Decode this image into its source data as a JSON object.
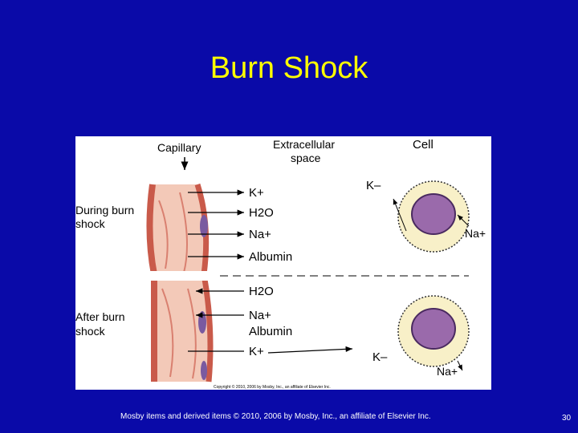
{
  "slide": {
    "title": "Burn Shock",
    "footer": "Mosby items and derived items © 2010, 2006 by Mosby, Inc., an affiliate of Elsevier Inc.",
    "page_number": "30"
  },
  "figure": {
    "header_capillary": "Capillary",
    "header_extracellular_1": "Extracellular",
    "header_extracellular_2": "space",
    "header_cell": "Cell",
    "during_1": "During burn",
    "during_2": "shock",
    "after_1": "After burn",
    "after_2": "shock",
    "during_items": [
      "K+",
      "H2O",
      "Na+",
      "Albumin"
    ],
    "after_items": [
      "H2O",
      "Na+",
      "Albumin",
      "K+"
    ],
    "cell_top_k": "K–",
    "cell_top_na": "Na+",
    "cell_bottom_k": "K–",
    "cell_bottom_na": "Na+",
    "copyright": "Copyright © 2010, 2006 by Mosby, Inc., an affiliate of Elsevier Inc."
  }
}
